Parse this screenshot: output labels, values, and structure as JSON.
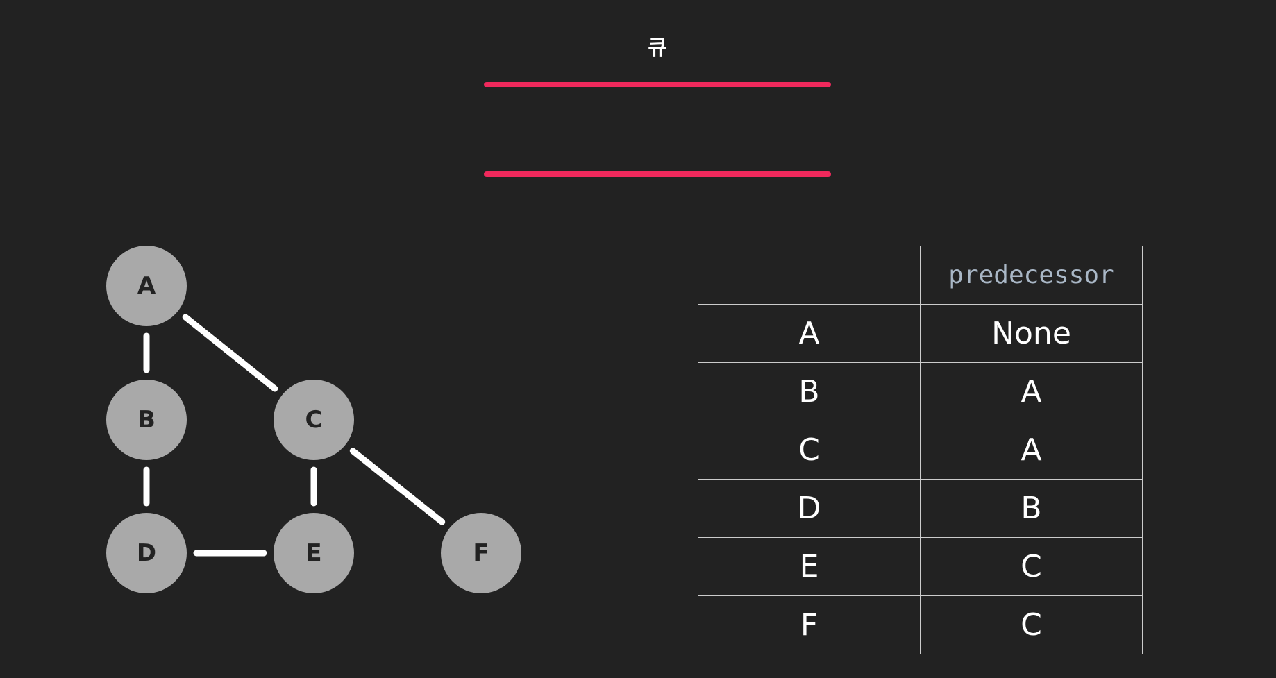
{
  "queue": {
    "label": "큐",
    "line_color": "#f0295c"
  },
  "graph": {
    "node_color": "#a9a9a9",
    "label_color": "#222222",
    "edge_color": "#ffffff",
    "nodes": [
      {
        "id": "A",
        "label": "A"
      },
      {
        "id": "B",
        "label": "B"
      },
      {
        "id": "C",
        "label": "C"
      },
      {
        "id": "D",
        "label": "D"
      },
      {
        "id": "E",
        "label": "E"
      },
      {
        "id": "F",
        "label": "F"
      }
    ],
    "edges": [
      [
        "A",
        "B"
      ],
      [
        "A",
        "C"
      ],
      [
        "B",
        "D"
      ],
      [
        "C",
        "E"
      ],
      [
        "C",
        "F"
      ],
      [
        "D",
        "E"
      ]
    ]
  },
  "table": {
    "corner": "",
    "header": "predecessor",
    "rows": [
      {
        "vertex": "A",
        "predecessor": "None"
      },
      {
        "vertex": "B",
        "predecessor": "A"
      },
      {
        "vertex": "C",
        "predecessor": "A"
      },
      {
        "vertex": "D",
        "predecessor": "B"
      },
      {
        "vertex": "E",
        "predecessor": "C"
      },
      {
        "vertex": "F",
        "predecessor": "C"
      }
    ]
  }
}
